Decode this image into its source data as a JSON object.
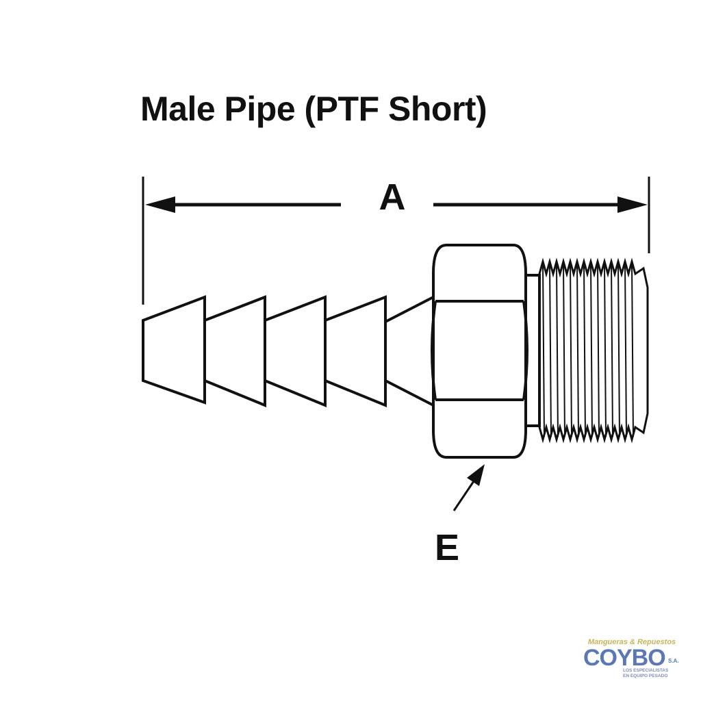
{
  "diagram": {
    "title": "Male Pipe (PTF Short)",
    "dimension_a_label": "A",
    "dimension_e_label": "E"
  },
  "colors": {
    "line": "#111111",
    "background": "#ffffff",
    "logo_primary": "#5b77b5",
    "logo_accent": "#c9b45a"
  },
  "logo": {
    "tagline_top": "Mangueras & Repuestos",
    "wordmark": "COYBO",
    "suffix": "S.A.",
    "tagline_bottom_1": "LOS ESPECIALISTAS",
    "tagline_bottom_2": "EN EQUIPO PESADO"
  }
}
